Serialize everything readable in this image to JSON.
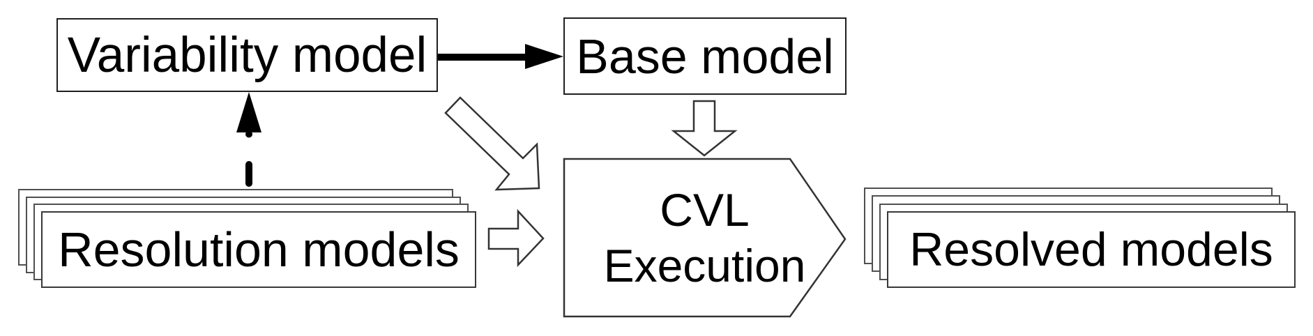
{
  "diagram": {
    "title_implicit": "CVL execution process diagram",
    "nodes": {
      "variability_model": {
        "label": "Variability model",
        "shape": "rectangle"
      },
      "base_model": {
        "label": "Base model",
        "shape": "rectangle"
      },
      "resolution_models": {
        "label": "Resolution models",
        "shape": "stacked-rectangles",
        "stack_count": 4
      },
      "cvl_execution": {
        "label_line1": "CVL",
        "label_line2": "Execution",
        "shape": "pentagon-right"
      },
      "resolved_models": {
        "label": "Resolved models",
        "shape": "stacked-rectangles",
        "stack_count": 4
      }
    },
    "edges": [
      {
        "name": "variability-to-base",
        "from": "variability_model",
        "to": "base_model",
        "style": "solid-black-arrow"
      },
      {
        "name": "resolution-to-variability",
        "from": "resolution_models",
        "to": "variability_model",
        "style": "dashed-black-arrow"
      },
      {
        "name": "variability-to-cvl",
        "from": "variability_model",
        "to": "cvl_execution",
        "style": "hollow-outline-arrow-diagonal"
      },
      {
        "name": "base-to-cvl",
        "from": "base_model",
        "to": "cvl_execution",
        "style": "hollow-outline-arrow-down"
      },
      {
        "name": "resolution-to-cvl",
        "from": "resolution_models",
        "to": "cvl_execution",
        "style": "hollow-outline-arrow-right"
      }
    ],
    "colors": {
      "background": "#ffffff",
      "node_fill": "#ffffff",
      "node_stroke": "#1f1f1f",
      "stack_stroke": "#4f4f4f",
      "outline_arrow_stroke": "#333333",
      "solid_arrow": "#000000",
      "text": "#000000"
    }
  }
}
